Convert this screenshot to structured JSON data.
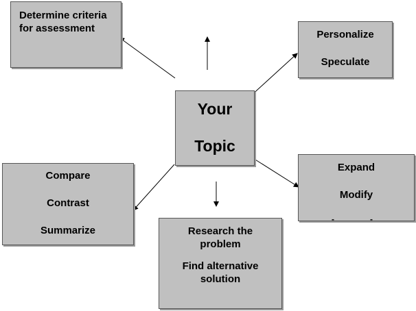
{
  "diagram": {
    "center": {
      "lines": [
        "Your",
        "Topic"
      ]
    },
    "top_left": {
      "lines": [
        "Determine criteria",
        "for assessment"
      ]
    },
    "top_right": {
      "lines": [
        "Personalize",
        "Speculate"
      ]
    },
    "left": {
      "lines": [
        "Compare",
        "Contrast",
        "Summarize"
      ]
    },
    "right": {
      "lines": [
        "Expand",
        "Modify"
      ],
      "stub_marks": [
        "-",
        "-"
      ]
    },
    "bottom": {
      "lines": [
        "Research the",
        "problem",
        "Find alternative",
        "solution"
      ]
    }
  },
  "colors": {
    "box_fill": "#c0c0c0",
    "box_border": "#555555",
    "arrow": "#000000"
  }
}
